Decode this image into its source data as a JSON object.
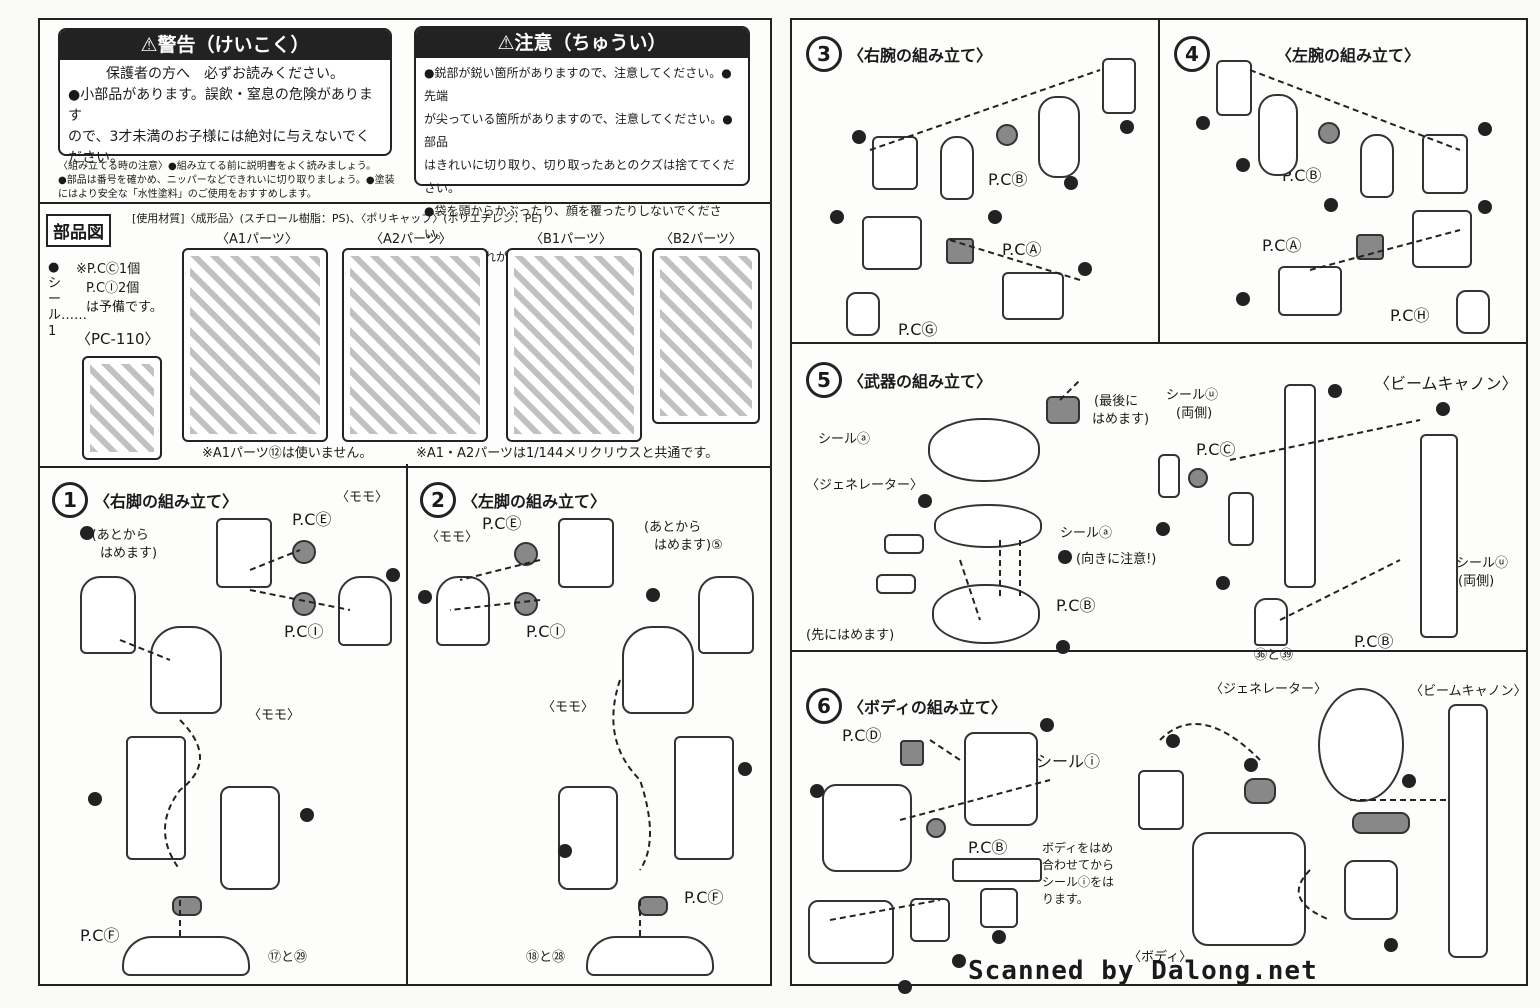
{
  "warning": {
    "title": "⚠警告（けいこく）",
    "lines": [
      "保護者の方へ　必ずお読みください。",
      "●小部品があります。誤飲・窒息の危険があります",
      "ので、3才未満のお子様には絶対に与えないでく",
      "ださい。"
    ]
  },
  "caution": {
    "title": "⚠注意（ちゅうい）",
    "lines": [
      "●鋭部が鋭い箇所がありますので、注意してください。●先端",
      "が尖っている箇所がありますので、注意してください。●部品",
      "はきれいに切り取り、切り取ったあとのクズは捨ててください。",
      "●袋を頭からかぶったり、顔を覆ったりしないでください。",
      "窒息する恐れがあります。"
    ]
  },
  "assembly_note": [
    "〈組み立てる時の注意〉●組み立てる前に説明書をよく読みましょう。",
    "●部品は番号を確かめ、ニッパーなどできれいに切り取りましょう。●塗装",
    "にはより安全な「水性塗料」のご使用をおすすめします。"
  ],
  "parts": {
    "title": "部品図",
    "materials": "[使用材質]〈成形品〉(スチロール樹脂：PS)、〈ポリキャップ〉(ポリエチレン：PE)",
    "seal": "●シール……1",
    "spare": [
      "※P.CⒸ1個",
      "P.CⒾ2個",
      "は予備です。"
    ],
    "pc": "〈PC-110〉",
    "runners": [
      "〈A1パーツ〉",
      "〈A2パーツ〉",
      "〈B1パーツ〉",
      "〈B2パーツ〉"
    ],
    "note1": "※A1パーツ⑫は使いません。",
    "note2": "※A1・A2パーツは1/144メリクリウスと共通です。"
  },
  "steps": {
    "s1": {
      "num": "1",
      "title": "〈右脚の組み立て〉",
      "labels": [
        "⑨(あとから",
        "はめます)",
        "〈モモ〉",
        "P.CⒺ",
        "P.CⒾ",
        "〈モモ〉",
        "P.CⒻ",
        "⑰と㉙"
      ]
    },
    "s2": {
      "num": "2",
      "title": "〈左脚の組み立て〉",
      "labels": [
        "〈モモ〉",
        "P.CⒺ",
        "(あとから",
        "はめます)⑤",
        "P.CⒾ",
        "〈モモ〉",
        "P.CⒻ",
        "⑱と㉘"
      ]
    },
    "s3": {
      "num": "3",
      "title": "〈右腕の組み立て〉",
      "labels": [
        "P.CⒷ",
        "P.CⒶ",
        "P.CⒼ"
      ]
    },
    "s4": {
      "num": "4",
      "title": "〈左腕の組み立て〉",
      "labels": [
        "P.CⒷ",
        "P.CⒶ",
        "P.CⒽ"
      ]
    },
    "s5": {
      "num": "5",
      "title": "〈武器の組み立て〉",
      "labels": [
        "シールⓐ",
        "〈ジェネレーター〉",
        "(最後に",
        "はめます)",
        "シールⓤ",
        "(両側)",
        "P.CⒸ",
        "〈ビームキャノン〉",
        "シールⓐ",
        "(向きに注意!)",
        "P.CⒷ",
        "(先にはめます)",
        "シールⓤ",
        "(両側)",
        "P.CⒷ",
        "㊱と㊴"
      ]
    },
    "s6": {
      "num": "6",
      "title": "〈ボディの組み立て〉",
      "labels": [
        "P.CⒹ",
        "シールⓘ",
        "〈ジェネレーター〉",
        "〈ビームキャノン〉",
        "P.CⒷ",
        "ボディをはめ",
        "合わせてから",
        "シールⓘをは",
        "ります。",
        "〈ボディ〉"
      ]
    }
  },
  "watermark": "Scanned by Dalong.net"
}
